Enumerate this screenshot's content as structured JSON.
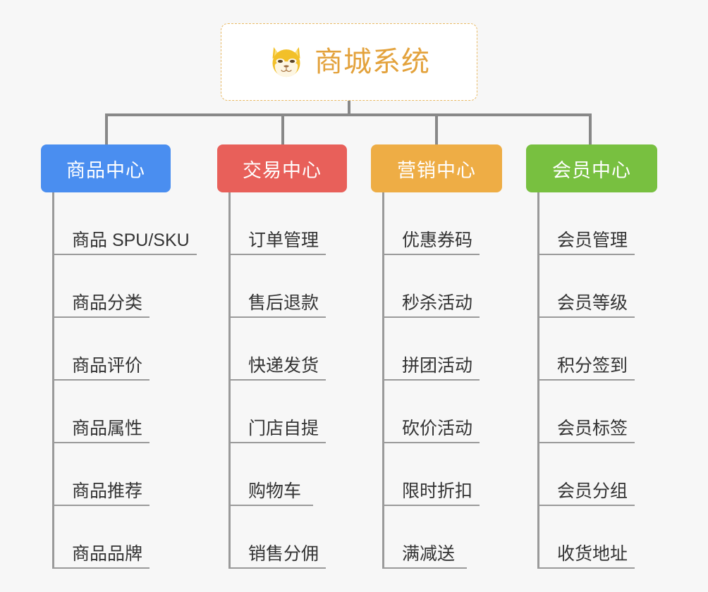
{
  "page": {
    "background_color": "#f7f7f7",
    "line_color": "#8c8c8c"
  },
  "root": {
    "title": "商城系统",
    "icon": "shiba-dog-emoji",
    "text_color": "#e3a23c",
    "border_color": "#e8b964",
    "background_color": "#ffffff"
  },
  "branches": [
    {
      "label": "商品中心",
      "color": "#4a8ef0",
      "items": [
        "商品 SPU/SKU",
        "商品分类",
        "商品评价",
        "商品属性",
        "商品推荐",
        "商品品牌"
      ]
    },
    {
      "label": "交易中心",
      "color": "#e8605a",
      "items": [
        "订单管理",
        "售后退款",
        "快递发货",
        "门店自提",
        "购物车",
        "销售分佣"
      ]
    },
    {
      "label": "营销中心",
      "color": "#eead45",
      "items": [
        "优惠券码",
        "秒杀活动",
        "拼团活动",
        "砍价活动",
        "限时折扣",
        "满减送"
      ]
    },
    {
      "label": "会员中心",
      "color": "#78c040",
      "items": [
        "会员管理",
        "会员等级",
        "积分签到",
        "会员标签",
        "会员分组",
        "收货地址"
      ]
    }
  ]
}
